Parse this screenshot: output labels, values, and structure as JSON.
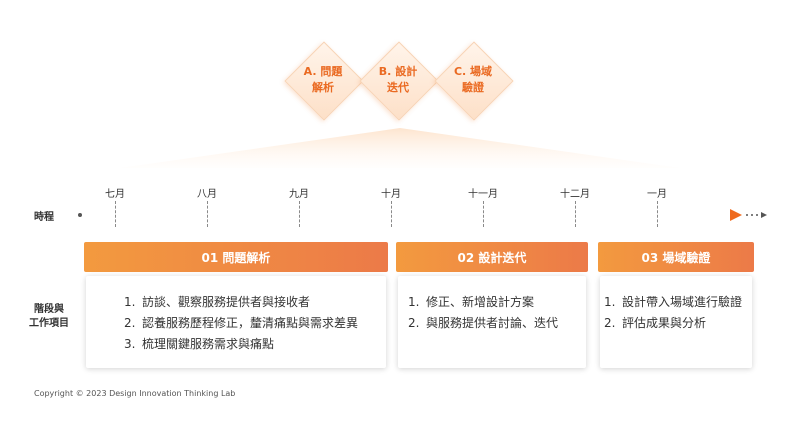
{
  "methods": [
    {
      "line1": "A. 問題",
      "line2": "解析"
    },
    {
      "line1": "B. 設計",
      "line2": "迭代"
    },
    {
      "line1": "C. 場域",
      "line2": "驗證"
    }
  ],
  "timeline": {
    "label": "時程",
    "months": [
      "七月",
      "八月",
      "九月",
      "十月",
      "十一月",
      "十二月",
      "一月"
    ]
  },
  "stage_label": {
    "line1": "階段與",
    "line2": "工作項目"
  },
  "phases": [
    {
      "header": "01 問題解析",
      "tasks": [
        {
          "num": "1.",
          "text": "訪談、觀察服務提供者與接收者"
        },
        {
          "num": "2.",
          "text": "認養服務歷程修正，釐清痛點與需求差異"
        },
        {
          "num": "3.",
          "text": "梳理關鍵服務需求與痛點"
        }
      ]
    },
    {
      "header": "02 設計迭代",
      "tasks": [
        {
          "num": "1.",
          "text": "修正、新增設計方案"
        },
        {
          "num": "2.",
          "text": "與服務提供者討論、迭代"
        }
      ]
    },
    {
      "header": "03 場域驗證",
      "tasks": [
        {
          "num": "1.",
          "text": "設計帶入場域進行驗證"
        },
        {
          "num": "2.",
          "text": "評估成果與分析"
        }
      ]
    }
  ],
  "colors": {
    "accent": "#ea6a22",
    "gradient_start": "#f39a3f",
    "gradient_end": "#ec7a48"
  },
  "copyright": "Copyright © 2023 Design Innovation Thinking Lab"
}
